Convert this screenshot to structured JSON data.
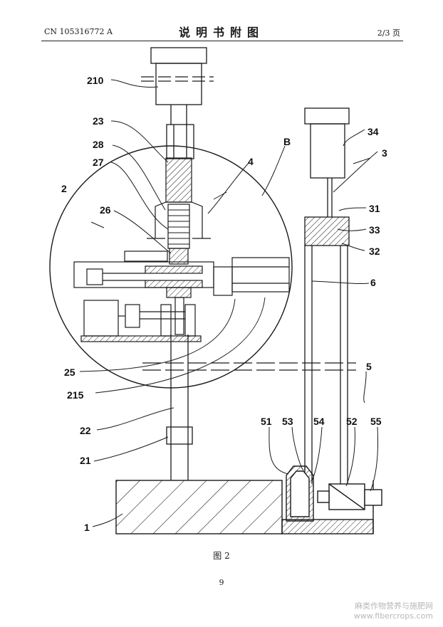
{
  "header": {
    "pub_number": "CN 105316772 A",
    "title": "说明书附图",
    "page": "2/3 页"
  },
  "figure": {
    "caption": "图 2",
    "labels": {
      "l210": "210",
      "l23": "23",
      "l28": "28",
      "l27": "27",
      "l2": "2",
      "l26": "26",
      "l4": "4",
      "lB": "B",
      "l34": "34",
      "l3": "3",
      "l31": "31",
      "l33": "33",
      "l32": "32",
      "l6": "6",
      "l25": "25",
      "l215": "215",
      "l5": "5",
      "l22": "22",
      "l21": "21",
      "l51": "51",
      "l53": "53",
      "l54": "54",
      "l52": "52",
      "l55": "55",
      "l1": "1"
    }
  },
  "page_number": "9",
  "watermark": {
    "line1": "麻类作物营养与施肥网",
    "line2": "www.fibercrops.com"
  }
}
